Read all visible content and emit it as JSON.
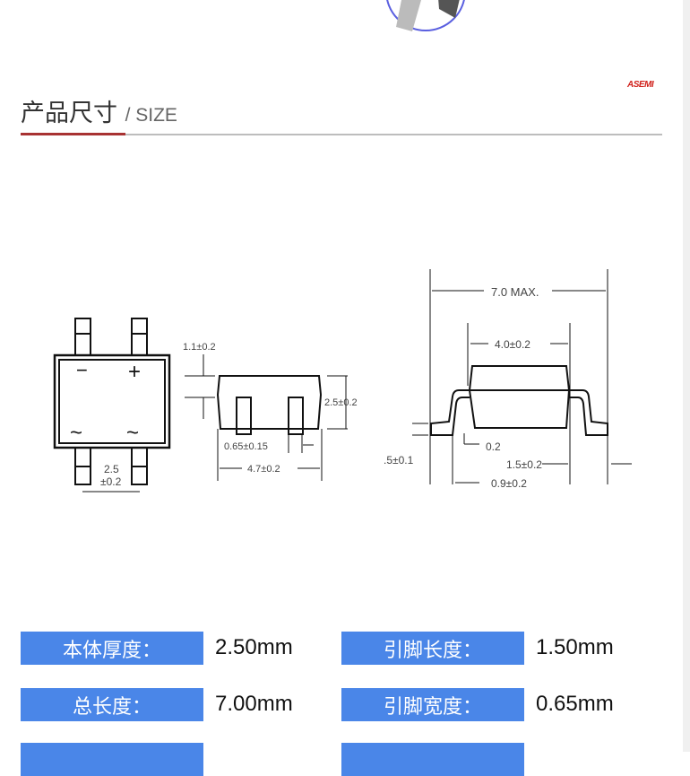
{
  "header": {
    "title_cn": "产品尺寸",
    "title_en": "/ SIZE",
    "logo": "ASEMI"
  },
  "diagram": {
    "top_view": {
      "minus": "−",
      "plus": "+",
      "ac1": "~",
      "ac2": "~",
      "pitch": "2.5",
      "pitch_tol": "±0.2"
    },
    "side_view": {
      "lead_height": "1.1±0.2",
      "height": "2.5±0.2",
      "lead_width": "0.65±0.15",
      "length": "4.7±0.2"
    },
    "end_view": {
      "overall": "7.0 MAX.",
      "body": "4.0±0.2",
      "standoff": "0.2",
      "lead_len": "1.5±0.2",
      "lead_thk": ".5±0.1",
      "foot": "0.9±0.2"
    }
  },
  "specs": [
    {
      "label": "本体厚度：",
      "value": "2.50mm"
    },
    {
      "label": "引脚长度：",
      "value": "1.50mm"
    },
    {
      "label": "总长度：",
      "value": "7.00mm"
    },
    {
      "label": "引脚宽度：",
      "value": "0.65mm"
    },
    {
      "label": "",
      "value": ""
    },
    {
      "label": "",
      "value": ""
    }
  ]
}
